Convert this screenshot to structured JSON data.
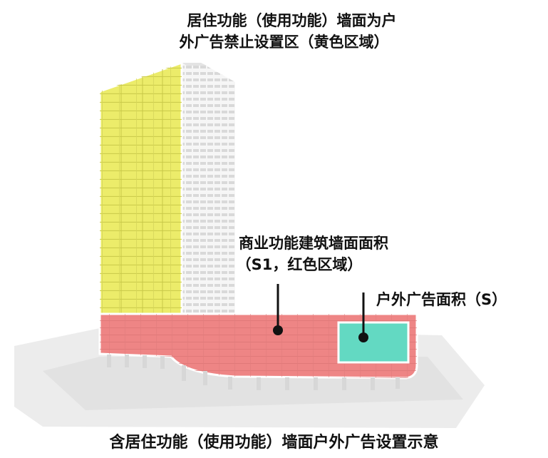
{
  "labels": {
    "top_line1": "居住功能（使用功能）墙面为户",
    "top_line2": "外广告禁止设置区（黄色区域）",
    "mid_line1": "商业功能建筑墙面面积",
    "mid_line2": "（S1，红色区域）",
    "right": "户外广告面积（S）",
    "caption": "含居住功能（使用功能）墙面户外广告设置示意"
  },
  "colors": {
    "residential_zone": "#ecec6a",
    "commercial_zone": "#ee8585",
    "ad_zone": "#63d9c2",
    "building_white": "#f4f4f4",
    "ground": "#eaeaea"
  }
}
